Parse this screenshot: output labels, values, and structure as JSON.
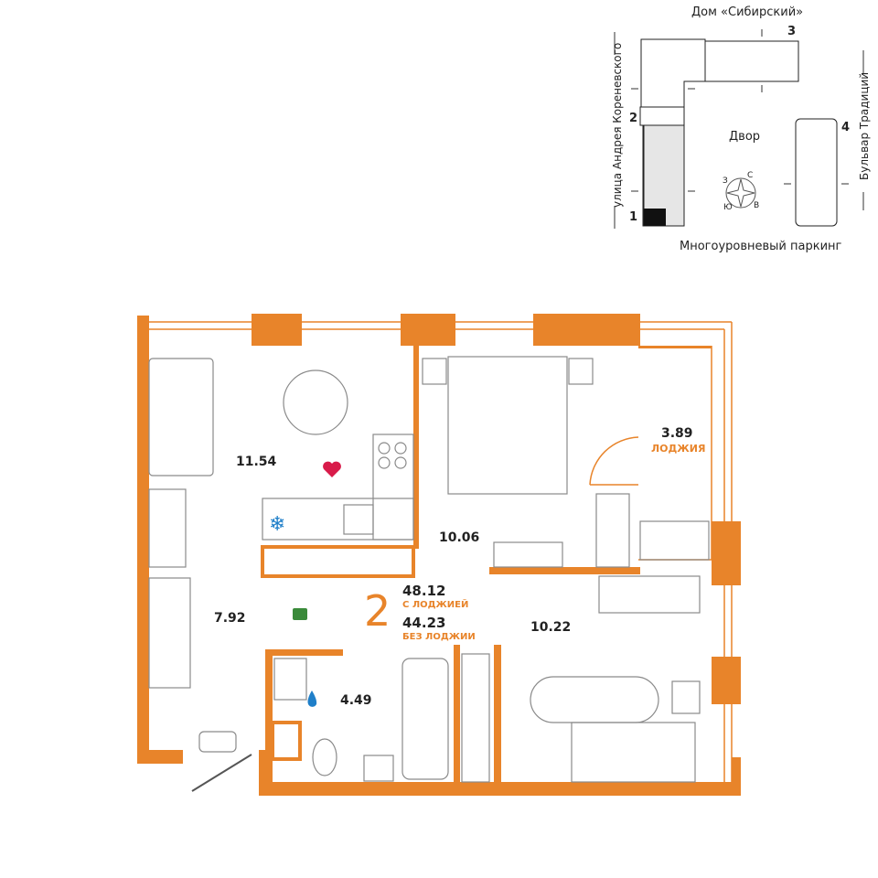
{
  "colors": {
    "wall": "#E8842A",
    "furniture": "#8a8a8a",
    "highlight": "#e0e0e0",
    "heart": "#d81b4a",
    "thumb": "#3a8a3a",
    "drop": "#1f7fc9"
  },
  "site_map": {
    "top_label": "Дом «Сибирский»",
    "bottom_label": "Многоуровневый паркинг",
    "left_label": "улица Андрея Кореневского",
    "right_label": "Бульвар Традиций",
    "center_label": "Двор",
    "building_numbers": [
      "1",
      "2",
      "3",
      "4"
    ],
    "compass": {
      "n": "С",
      "s": "Ю",
      "e": "В",
      "w": "З"
    }
  },
  "plan": {
    "rooms": 2,
    "total_with_loggia": "48.12",
    "with_loggia_label": "С ЛОДЖИЕЙ",
    "total_without_loggia": "44.23",
    "without_loggia_label": "БЕЗ ЛОДЖИИ",
    "areas": {
      "kitchen": "11.54",
      "bedroom": "10.06",
      "loggia": "3.89",
      "loggia_label": "ЛОДЖИЯ",
      "hall": "7.92",
      "bathroom": "4.49",
      "room2": "10.22"
    },
    "icons": [
      "heart-icon",
      "thumbs-up-icon",
      "water-drop-icon",
      "snowflake-icon"
    ]
  }
}
